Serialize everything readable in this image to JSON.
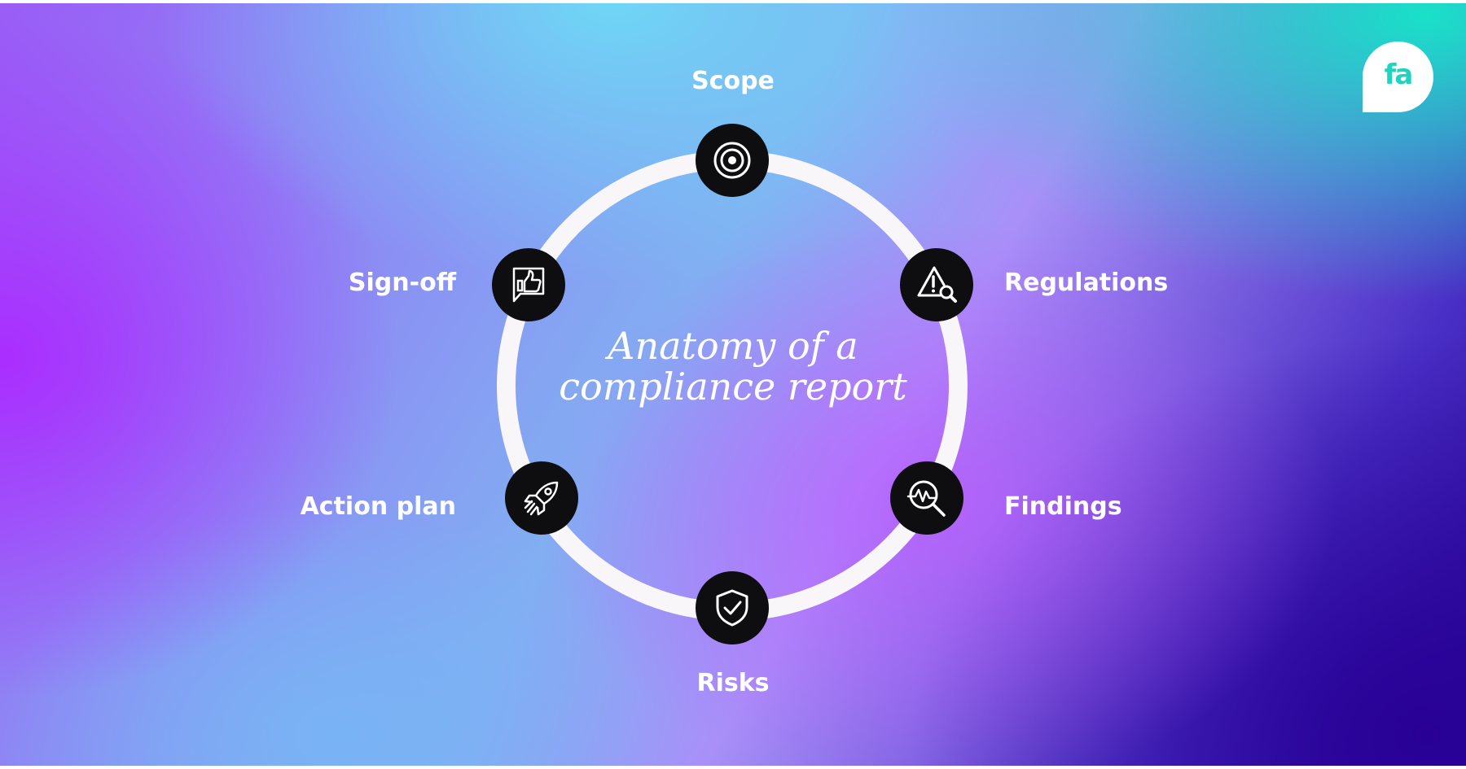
{
  "title_line1": "Anatomy of a",
  "title_line2": "compliance report",
  "logo_text": "fa",
  "colors": {
    "ring": "#f8f6f8",
    "node": "#0e0d10",
    "logo_accent": "#1fd3be",
    "label": "#ffffff"
  },
  "steps": [
    {
      "label": "Scope",
      "icon": "target-icon"
    },
    {
      "label": "Regulations",
      "icon": "warning-search-icon"
    },
    {
      "label": "Findings",
      "icon": "analysis-magnifier-icon"
    },
    {
      "label": "Risks",
      "icon": "shield-check-icon"
    },
    {
      "label": "Action plan",
      "icon": "rocket-icon"
    },
    {
      "label": "Sign-off",
      "icon": "thumbs-up-icon"
    }
  ]
}
